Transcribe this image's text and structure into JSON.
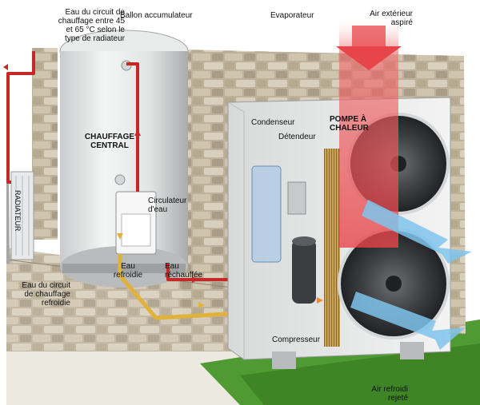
{
  "labels": {
    "circuit_hot": "Eau du circuit de\nchauffage entre 45\net 65 °C selon le\ntype de radiateur",
    "tank": "Ballon accumulateur",
    "evaporator": "Evaporateur",
    "air_in": "Air extérieur\naspiré",
    "heat_pump": "POMPE À\nCHALEUR",
    "condenser": "Condenseur",
    "expansion": "Détendeur",
    "central_heating": "CHAUFFAGE\nCENTRAL",
    "circulator": "Circulateur\nd'eau",
    "radiator": "RADIATEUR",
    "cold_water": "Eau\nrefroidie",
    "warm_water": "Eau\nréchauffée",
    "circuit_cold": "Eau du circuit\nde chauffage\nrefroidie",
    "compressor": "Compresseur",
    "air_out": "Air refroidi\nrejeté"
  },
  "colors": {
    "hot_pipe": "#c62828",
    "cold_pipe": "#e0b23a",
    "air_arrow": "#7fc4ec",
    "intake": "#e8454a",
    "grass": "#4f9a32"
  }
}
